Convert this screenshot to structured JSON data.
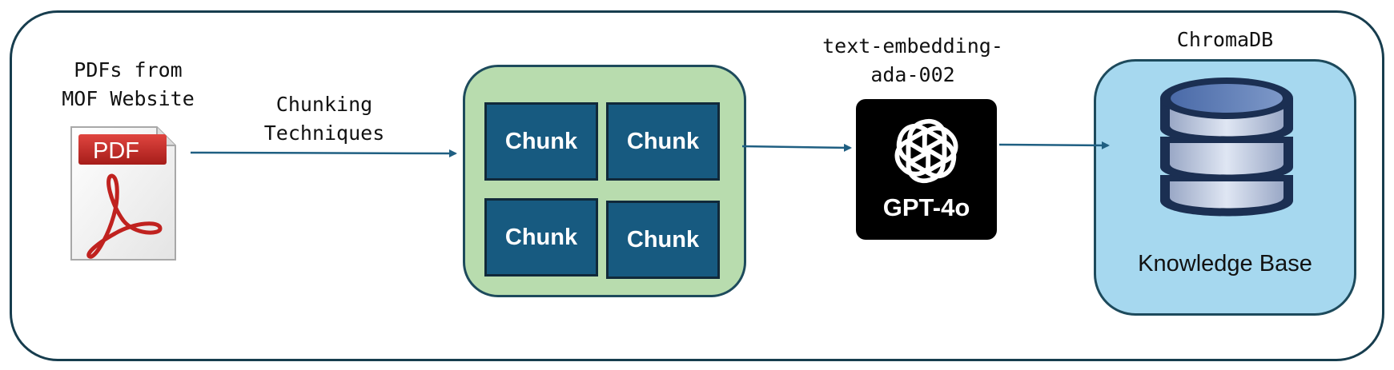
{
  "source": {
    "lines": [
      "PDFs from",
      "MOF Website"
    ],
    "icon": "pdf-document-icon",
    "icon_text": "PDF"
  },
  "chunking": {
    "lines": [
      "Chunking",
      "Techniques"
    ]
  },
  "chunks": [
    "Chunk",
    "Chunk",
    "Chunk",
    "Chunk"
  ],
  "embedding": {
    "lines": [
      "text-embedding-",
      "ada-002"
    ],
    "model_label": "GPT-4o",
    "icon": "openai-logo-icon"
  },
  "store": {
    "name": "ChromaDB",
    "label": "Knowledge Base",
    "icon": "database-icon"
  },
  "colors": {
    "frame": "#173d4e",
    "chunk_panel": "#b8dcae",
    "chunk": "#175a80",
    "kb_panel": "#a6d8ef",
    "arrow": "#1f5f82"
  }
}
